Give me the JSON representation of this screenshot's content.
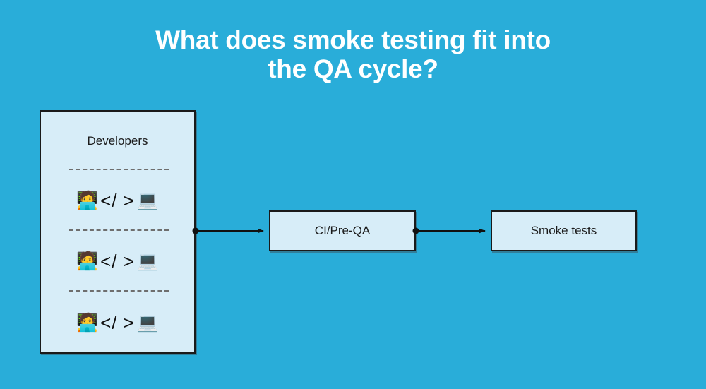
{
  "title": {
    "line1": "What does smoke testing fit into",
    "line2": "the QA cycle?"
  },
  "colors": {
    "background": "#29ADD9",
    "box_fill": "#D7EDF8",
    "box_border": "#1A1A1A",
    "title_text": "#FFFFFF",
    "label_text": "#1B1B1B",
    "divider": "#6E6E6E",
    "connector": "#111111"
  },
  "diagram": {
    "type": "flow",
    "nodes": [
      {
        "id": "developers",
        "label": "Developers",
        "rows": [
          {
            "person_icon": "technologist-emoji",
            "code": "</ >",
            "device_icon": "laptop-emoji"
          },
          {
            "person_icon": "technologist-emoji",
            "code": "</ >",
            "device_icon": "laptop-emoji"
          },
          {
            "person_icon": "technologist-emoji",
            "code": "</ >",
            "device_icon": "laptop-emoji"
          }
        ]
      },
      {
        "id": "ci_pre_qa",
        "label": "CI/Pre-QA"
      },
      {
        "id": "smoke_tests",
        "label": "Smoke tests"
      }
    ],
    "edges": [
      {
        "from": "developers",
        "to": "ci_pre_qa",
        "source_marker": "dot",
        "target_marker": "arrow"
      },
      {
        "from": "ci_pre_qa",
        "to": "smoke_tests",
        "source_marker": "dot",
        "target_marker": "arrow"
      }
    ]
  },
  "glyphs": {
    "technologist": "🧑‍💻",
    "laptop": "💻",
    "code_tag": "</ >"
  }
}
